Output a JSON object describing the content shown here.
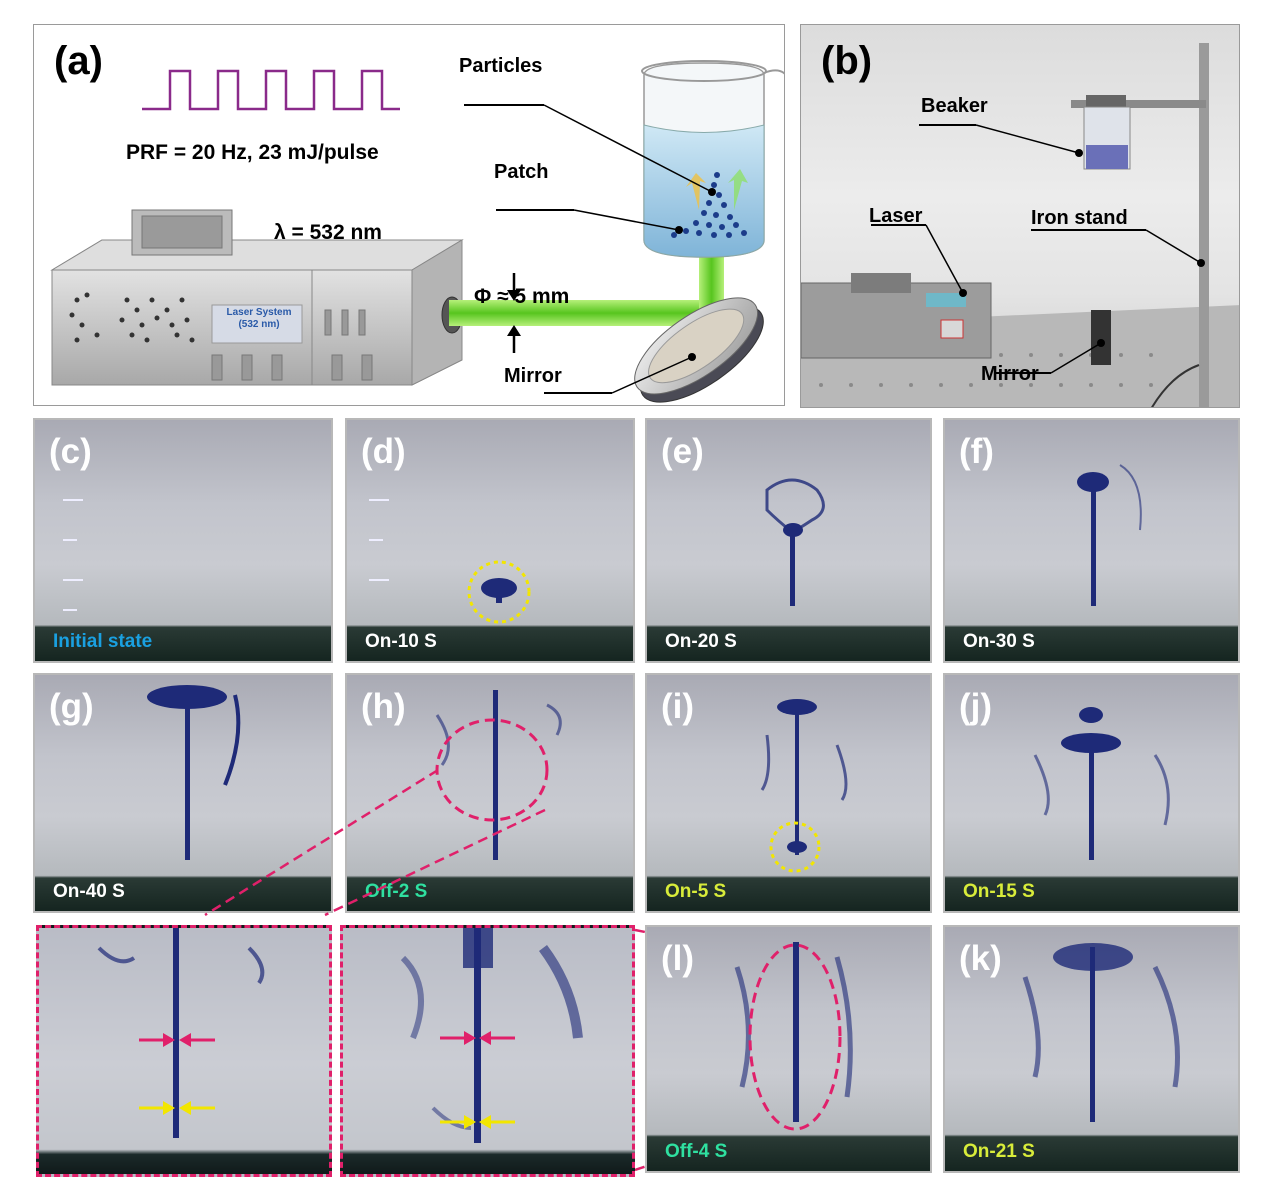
{
  "panel_a": {
    "label": "(a)",
    "prf": "PRF = 20 Hz, 23 mJ/pulse",
    "wavelength": "λ = 532 nm",
    "beam_diameter": "Φ ≈ 5 mm",
    "laser_box_line1": "Laser System",
    "laser_box_line2": "(532 nm)",
    "labels": {
      "particles": "Particles",
      "patch": "Patch",
      "mirror": "Mirror"
    }
  },
  "panel_b": {
    "label": "(b)",
    "labels": {
      "beaker": "Beaker",
      "laser": "Laser",
      "iron_stand": "Iron stand",
      "mirror": "Mirror"
    }
  },
  "frames": [
    {
      "label": "(c)",
      "caption": "Initial state",
      "caption_color": "#1aa0e0"
    },
    {
      "label": "(d)",
      "caption": "On-10 S",
      "caption_color": "#ffffff"
    },
    {
      "label": "(e)",
      "caption": "On-20 S",
      "caption_color": "#ffffff"
    },
    {
      "label": "(f)",
      "caption": "On-30 S",
      "caption_color": "#ffffff"
    },
    {
      "label": "(g)",
      "caption": "On-40 S",
      "caption_color": "#ffffff"
    },
    {
      "label": "(h)",
      "caption": "Off-2 S",
      "caption_color": "#2fe0a0"
    },
    {
      "label": "(i)",
      "caption": "On-5 S",
      "caption_color": "#d8ec3a"
    },
    {
      "label": "(j)",
      "caption": "On-15 S",
      "caption_color": "#d8ec3a"
    },
    {
      "label": "(l)",
      "caption": "Off-4 S",
      "caption_color": "#2fe0a0"
    },
    {
      "label": "(k)",
      "caption": "On-21 S",
      "caption_color": "#d8ec3a"
    }
  ],
  "colors": {
    "dye": "#1e2a78",
    "laser_green": "#6fd02a",
    "highlight_pink": "#e0206a",
    "highlight_yellow": "#f2e600",
    "pulse": "#8a2a8a"
  }
}
